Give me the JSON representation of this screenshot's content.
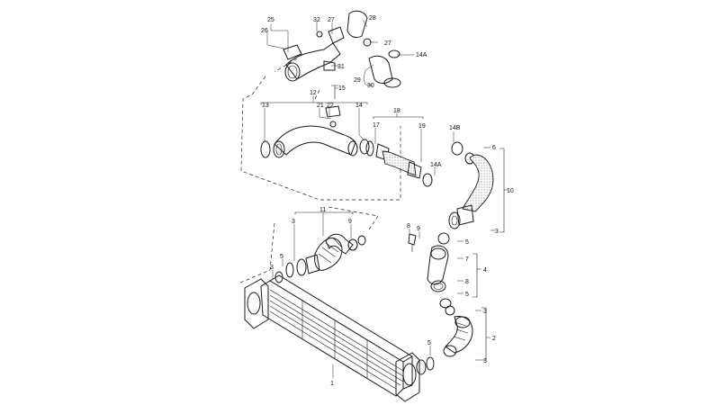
{
  "colors": {
    "highlight": "#f5e14a",
    "line": "#1a1a1a",
    "background": "#ffffff"
  },
  "labels": {
    "l25": "25",
    "l26": "26",
    "l32": "32",
    "l27a": "27",
    "l28": "28",
    "l27b": "27",
    "l14a_top": "14A",
    "l31": "31",
    "l29": "29",
    "l30": "30",
    "l15": "15",
    "l12": "12",
    "l13": "13",
    "l21": "21",
    "l22": "22",
    "l14": "14",
    "l18": "18",
    "l17": "17",
    "l19": "19",
    "l14b": "14B",
    "l6": "6",
    "l14a_mid": "14A",
    "l10": "10",
    "l3_r10": "3",
    "l11": "11",
    "l3_l": "3",
    "l9": "9",
    "l5_l": "5",
    "l3_ll": "3",
    "l8": "8",
    "l9_r": "9",
    "l5_r1": "5",
    "l7": "7",
    "l4": "4",
    "l8_r": "8",
    "l5_r2": "5",
    "l3_r2a": "3",
    "l2": "2",
    "l3_r2b": "3",
    "l5_b": "5",
    "l1": "1"
  }
}
